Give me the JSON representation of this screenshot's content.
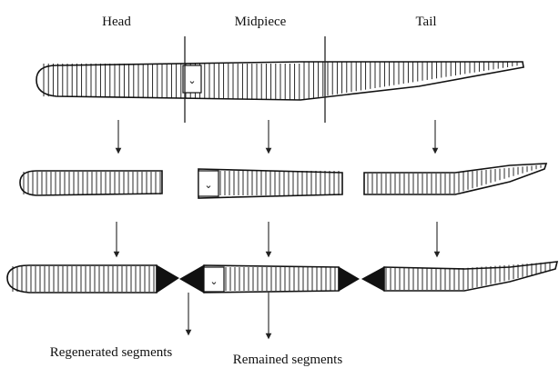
{
  "labels": {
    "head": "Head",
    "midpiece": "Midpiece",
    "tail": "Tail",
    "regenerated": "Regenerated segments",
    "remained": "Remained segments"
  },
  "colors": {
    "outline": "#111111",
    "regenerated_fill": "#111111",
    "body_fill": "#ffffff"
  }
}
